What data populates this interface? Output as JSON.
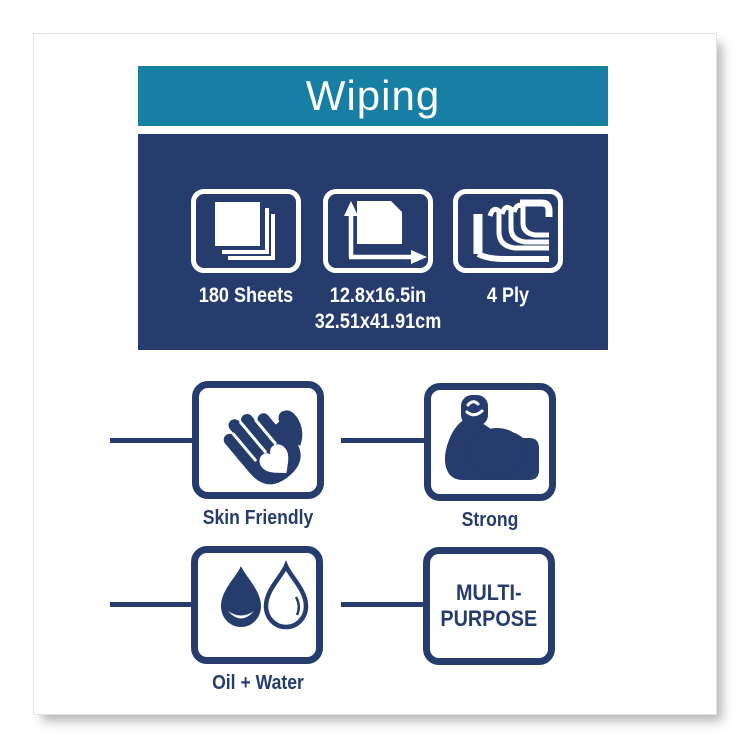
{
  "banner": {
    "title": "Wiping",
    "background_color": "#177fa4",
    "text_color": "#ffffff"
  },
  "specs": {
    "background_color": "#253c6d",
    "items": [
      {
        "icon": "stacked-sheets-icon",
        "label": "180 Sheets"
      },
      {
        "icon": "sheet-dimensions-icon",
        "label": "12.8x16.5in",
        "label2": "32.51x41.91cm"
      },
      {
        "icon": "ply-layers-icon",
        "label": "4 Ply"
      }
    ]
  },
  "features": {
    "accent_color": "#253c6d",
    "items": [
      {
        "icon": "hand-heart-icon",
        "label": "Skin Friendly"
      },
      {
        "icon": "flexed-bicep-icon",
        "label": "Strong"
      },
      {
        "icon": "oil-water-droplets-icon",
        "label": "Oil + Water"
      },
      {
        "icon": "text-only",
        "line1": "MULTI-",
        "line2": "PURPOSE"
      }
    ]
  }
}
